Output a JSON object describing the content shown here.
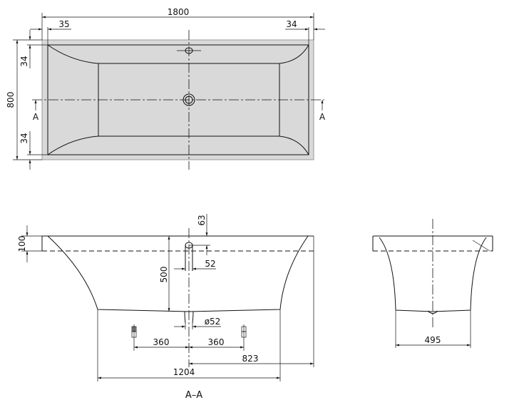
{
  "top_view": {
    "dims": {
      "length": "1800",
      "rim_left": "35",
      "rim_right": "34",
      "width": "800",
      "rim_top": "34",
      "rim_bottom": "34"
    },
    "section_marker": "A"
  },
  "section_view": {
    "title": "A–A",
    "dims": {
      "rim_height": "100",
      "overflow_offset": "63",
      "depth": "500",
      "overflow_diameter": "52",
      "drain_diameter": "ø52",
      "foot_left": "360",
      "foot_right": "360",
      "drain_to_end": "823",
      "bottom_length": "1204"
    }
  },
  "side_view": {
    "dims": {
      "bottom_width": "495"
    }
  },
  "colors": {
    "tub_fill": "#d9d9d9",
    "line": "#111111"
  }
}
